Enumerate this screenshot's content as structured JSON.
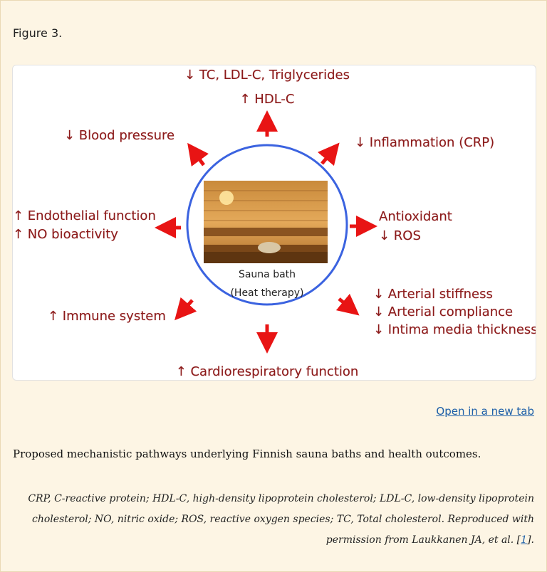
{
  "figure_label": "Figure 3.",
  "diagram": {
    "top_line1": "↓ TC, LDL-C, Triglycerides",
    "top_line2": "↑ HDL-C",
    "blood_pressure": "↓ Blood pressure",
    "inflammation": "↓ Inflammation (CRP)",
    "endothelial": "↑ Endothelial function",
    "no_bioactivity": "↑ NO bioactivity",
    "antioxidant": "Antioxidant",
    "ros": "↓ ROS",
    "immune": "↑ Immune system",
    "arterial_stiffness": "↓ Arterial stiffness",
    "arterial_compliance": "↓ Arterial compliance",
    "intima": "↓ Intima media thickness",
    "cardio": "↑ Cardiorespiratory function",
    "center_line1": "Sauna bath",
    "center_line2": "(Heat therapy)",
    "colors": {
      "label": "#8b1a1a",
      "arrow": "#e81414",
      "circle": "#3b63e0"
    }
  },
  "open_link": "Open in a new tab",
  "caption": "Proposed mechanistic pathways underlying Finnish sauna baths and health outcomes.",
  "note": {
    "text": "CRP, C-reactive protein; HDL-C, high-density lipoprotein cholesterol; LDL-C, low-density lipoprotein cholesterol; NO, nitric oxide; ROS, reactive oxygen species; TC, Total cholesterol. Reproduced with permission from Laukkanen JA, et al. [",
    "ref": "1",
    "end": "]."
  }
}
